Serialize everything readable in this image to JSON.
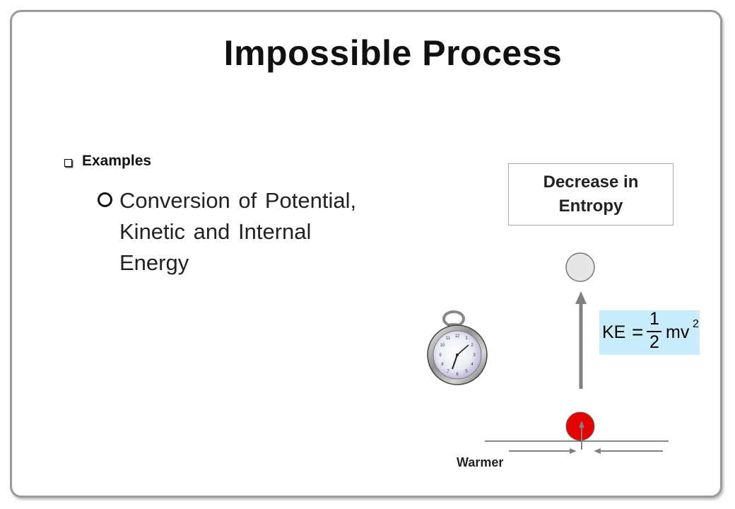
{
  "slide": {
    "title": "Impossible Process",
    "bullets": {
      "level1": "Examples",
      "level2": "Conversion of Potential, Kinetic and Internal Energy"
    },
    "entropy_box": "Decrease in Entropy",
    "equation": {
      "lhs": "KE",
      "equals": "=",
      "numerator": "1",
      "denominator": "2",
      "term": "mv",
      "exponent": "2"
    },
    "warmer_label": "Warmer"
  },
  "icons": [
    "pocket-watch-icon"
  ],
  "colors": {
    "ball_bottom": "#e60000",
    "ball_top": "#e6e6e6",
    "arrow": "#808080",
    "equation_bg": "#c9ecfa"
  }
}
